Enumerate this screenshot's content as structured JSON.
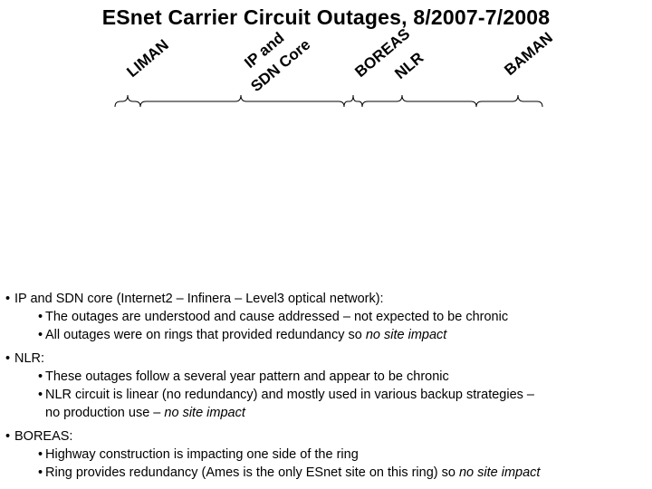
{
  "title": "ESnet Carrier Circuit Outages, 8/2007-7/2008",
  "groups": [
    {
      "id": "liman",
      "label": "LIMAN"
    },
    {
      "id": "ipsdn",
      "line1": "IP and",
      "line2": "SDN Core"
    },
    {
      "id": "boreas",
      "label": "BOREAS"
    },
    {
      "id": "nlr",
      "label": "NLR"
    },
    {
      "id": "baman",
      "label": "BAMAN"
    }
  ],
  "bullets": [
    {
      "text": "IP and SDN core (Internet2 – Infinera – Level3 optical network):",
      "sub": [
        {
          "text": "The outages are understood and cause addressed – not expected to be chronic"
        },
        {
          "text": "All outages were on rings that provided redundancy so ",
          "tail": "no site impact"
        }
      ]
    },
    {
      "text": "NLR:",
      "sub": [
        {
          "text": "These outages follow a several year pattern and appear to be chronic"
        },
        {
          "text": "NLR circuit is linear (no redundancy) and mostly used in various backup strategies –",
          "cont": "no production use – ",
          "cont_tail": "no site impact"
        }
      ]
    },
    {
      "text": "BOREAS:",
      "sub": [
        {
          "text": "Highway construction is impacting one side of the ring"
        },
        {
          "text": "Ring provides redundancy (Ames is the only ESnet site on this ring) so ",
          "tail": "no site impact"
        }
      ]
    }
  ]
}
